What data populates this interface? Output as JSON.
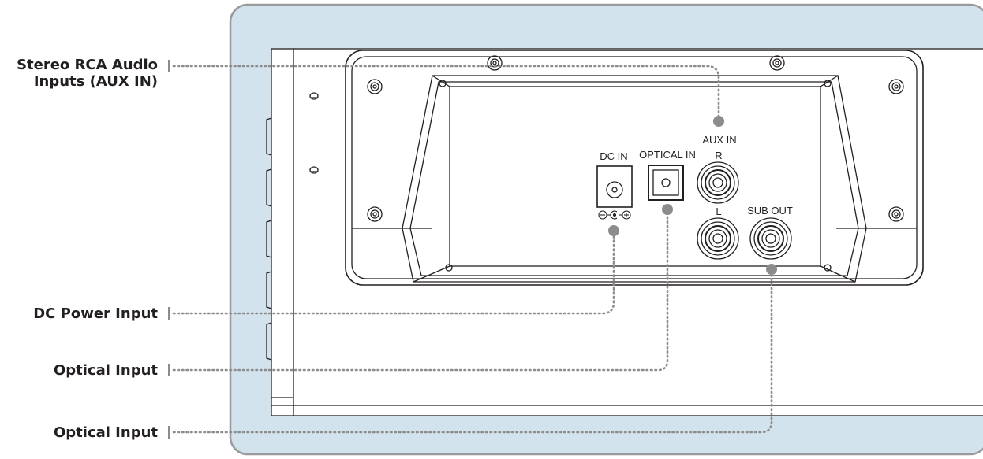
{
  "callouts": [
    {
      "line1": "Stereo RCA Audio",
      "line2": "Inputs (AUX IN)"
    },
    {
      "line1": "DC Power Input"
    },
    {
      "line1": "Optical Input"
    },
    {
      "line1": "Optical Input"
    }
  ],
  "panel_labels": {
    "dc_in": "DC IN",
    "optical_in": "OPTICAL IN",
    "aux_in": "AUX IN",
    "right": "R",
    "left": "L",
    "sub_out": "SUB OUT"
  },
  "colors": {
    "background_panel": "#d2e3ee",
    "panel_border": "#9a9a9a",
    "line_art": "#231f20",
    "leader_dots": "#8c8c8c"
  }
}
